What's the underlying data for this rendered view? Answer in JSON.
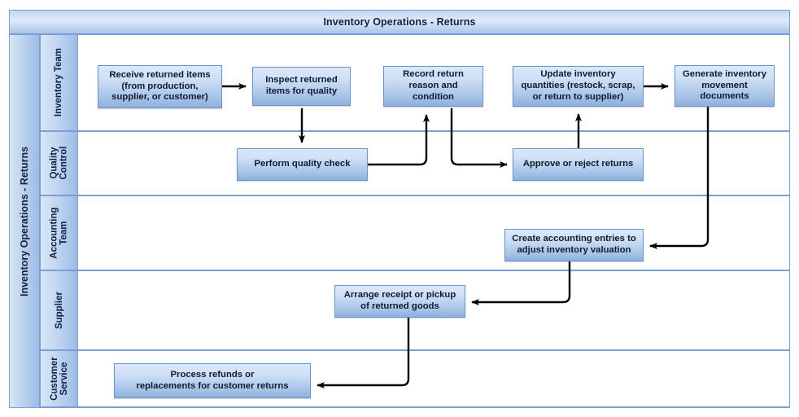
{
  "pool": {
    "title": "Inventory Operations - Returns",
    "side_label": "Inventory Operations - Returns"
  },
  "lanes": [
    {
      "id": "inventory-team",
      "label": "Inventory Team"
    },
    {
      "id": "quality-control",
      "label": "Quality\nControl"
    },
    {
      "id": "accounting-team",
      "label": "Accounting\nTeam"
    },
    {
      "id": "supplier",
      "label": "Supplier"
    },
    {
      "id": "customer-service",
      "label": "Customer\nService"
    }
  ],
  "tasks": [
    {
      "id": "receive-returned-items",
      "lane": "inventory-team",
      "lines": [
        "Receive returned items",
        "(from production,",
        "supplier, or customer)"
      ]
    },
    {
      "id": "inspect-returned-items",
      "lane": "inventory-team",
      "lines": [
        "Inspect returned",
        "items for quality"
      ]
    },
    {
      "id": "record-return-reason",
      "lane": "inventory-team",
      "lines": [
        "Record return",
        "reason and",
        "condition"
      ]
    },
    {
      "id": "update-inventory-quantities",
      "lane": "inventory-team",
      "lines": [
        "Update inventory",
        "quantities (restock, scrap,",
        "or return to supplier)"
      ]
    },
    {
      "id": "generate-movement-documents",
      "lane": "inventory-team",
      "lines": [
        "Generate inventory",
        "movement",
        "documents"
      ]
    },
    {
      "id": "perform-quality-check",
      "lane": "quality-control",
      "lines": [
        "Perform quality check"
      ]
    },
    {
      "id": "approve-or-reject-returns",
      "lane": "quality-control",
      "lines": [
        "Approve or reject returns"
      ]
    },
    {
      "id": "create-accounting-entries",
      "lane": "accounting-team",
      "lines": [
        "Create accounting entries to",
        "adjust inventory valuation"
      ]
    },
    {
      "id": "arrange-receipt-or-pickup",
      "lane": "supplier",
      "lines": [
        "Arrange receipt or pickup",
        "of returned goods"
      ]
    },
    {
      "id": "process-refunds",
      "lane": "customer-service",
      "lines": [
        "Process refunds or",
        "replacements for customer returns"
      ]
    }
  ],
  "flows": [
    {
      "id": "receive-to-inspect",
      "from": "receive-returned-items",
      "to": "inspect-returned-items"
    },
    {
      "id": "inspect-to-quality-check",
      "from": "inspect-returned-items",
      "to": "perform-quality-check"
    },
    {
      "id": "quality-check-to-record",
      "from": "perform-quality-check",
      "to": "record-return-reason"
    },
    {
      "id": "record-to-approve",
      "from": "record-return-reason",
      "to": "approve-or-reject-returns"
    },
    {
      "id": "approve-to-update",
      "from": "approve-or-reject-returns",
      "to": "update-inventory-quantities"
    },
    {
      "id": "update-to-generate",
      "from": "update-inventory-quantities",
      "to": "generate-movement-documents"
    },
    {
      "id": "generate-to-accounting",
      "from": "generate-movement-documents",
      "to": "create-accounting-entries"
    },
    {
      "id": "accounting-to-arrange",
      "from": "create-accounting-entries",
      "to": "arrange-receipt-or-pickup"
    },
    {
      "id": "arrange-to-refunds",
      "from": "arrange-receipt-or-pickup",
      "to": "process-refunds"
    }
  ],
  "colors": {
    "frame_border": "#7a9fd4",
    "header_gradient_light": "#dfeaf9",
    "header_gradient_dark": "#a9c4e8",
    "task_gradient_light": "#dbe8fa",
    "task_gradient_dark": "#8eb0dd",
    "task_border": "#6d94c8",
    "connector": "#000000",
    "text": "#11233d",
    "canvas": "#ffffff"
  }
}
